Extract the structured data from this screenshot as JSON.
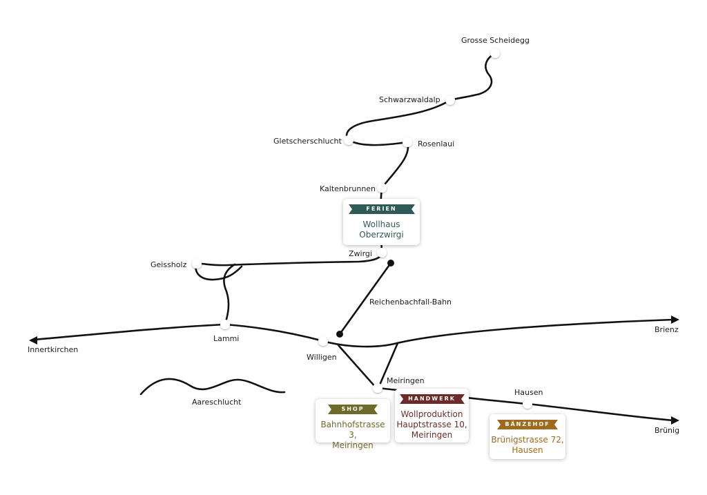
{
  "stations": {
    "grosse_scheidegg": "Grosse Scheidegg",
    "schwarzwaldalp": "Schwarzwaldalp",
    "gletscherschlucht": "Gletscherschlucht",
    "rosenlaui": "Rosenlaui",
    "kaltenbrunnen": "Kaltenbrunnen",
    "zwirgi": "Zwirgi",
    "geissholz": "Geissholz",
    "reichenbachfall_bahn": "Reichenbachfall-Bahn",
    "lammi": "Lammi",
    "innertkirchen": "Innertkirchen",
    "willigen": "Willigen",
    "brienz": "Brienz",
    "meiringen": "Meiringen",
    "aareschlucht": "Aareschlucht",
    "hausen": "Hausen",
    "bruenig": "Brünig"
  },
  "cards": {
    "ferien": {
      "tag": "FERIEN",
      "line1": "Wollhaus",
      "line2": "Oberzwirgi",
      "color": "#2f5a57"
    },
    "shop": {
      "tag": "SHOP",
      "line1": "Bahnhofstrasse 3,",
      "line2": "Meiringen",
      "color": "#6e6a2a"
    },
    "handwerk": {
      "tag": "HANDWERK",
      "line1": "Wollproduktion",
      "line2": "Hauptstrasse 10,",
      "line3": "Meiringen",
      "color": "#6e2a2a"
    },
    "baenzehof": {
      "tag": "BÄNZEHOF",
      "line1": "Brünigstrasse 72,",
      "line2": "Hausen",
      "color": "#a06a1e"
    }
  },
  "colors": {
    "route": "#111111",
    "node": "#ffffff"
  }
}
